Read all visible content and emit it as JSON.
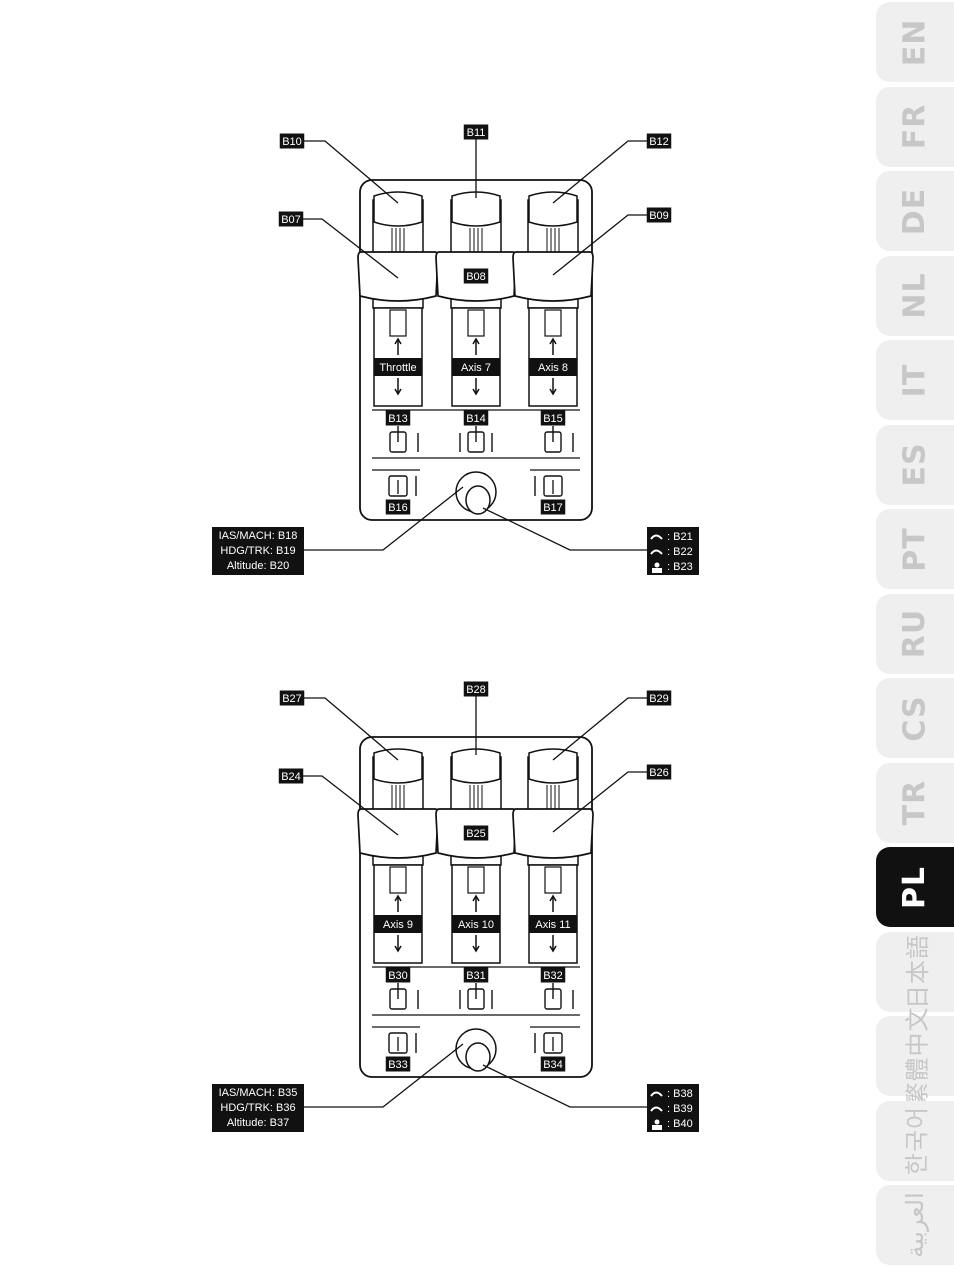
{
  "colors": {
    "ink": "#111111",
    "tab_bg": "#efefef",
    "tab_text": "#c7c7c7",
    "tab_active_bg": "#111111",
    "tab_active_text": "#ffffff"
  },
  "language_tabs": [
    {
      "label": "EN",
      "active": false
    },
    {
      "label": "FR",
      "active": false
    },
    {
      "label": "DE",
      "active": false
    },
    {
      "label": "NL",
      "active": false
    },
    {
      "label": "IT",
      "active": false
    },
    {
      "label": "ES",
      "active": false
    },
    {
      "label": "PT",
      "active": false
    },
    {
      "label": "RU",
      "active": false
    },
    {
      "label": "CS",
      "active": false
    },
    {
      "label": "TR",
      "active": false
    },
    {
      "label": "PL",
      "active": true
    },
    {
      "label": "日本語",
      "active": false
    },
    {
      "label": "繁體中文",
      "active": false
    },
    {
      "label": "한국어",
      "active": false
    },
    {
      "label": "العربية",
      "active": false
    }
  ],
  "panels": [
    {
      "top_left": "B10",
      "top_center": "B11",
      "top_right": "B12",
      "mid_left": "B07",
      "mid_center": "B08",
      "mid_right": "B09",
      "axes": [
        "Throttle",
        "Axis 7",
        "Axis 8"
      ],
      "toggles": [
        "B13",
        "B14",
        "B15"
      ],
      "bottom_left": "B16",
      "bottom_right": "B17",
      "knob_left": [
        "IAS/MACH: B18",
        "HDG/TRK: B19",
        "Altitude: B20"
      ],
      "knob_right": [
        ": B21",
        ": B22",
        ": B23"
      ]
    },
    {
      "top_left": "B27",
      "top_center": "B28",
      "top_right": "B29",
      "mid_left": "B24",
      "mid_center": "B25",
      "mid_right": "B26",
      "axes": [
        "Axis 9",
        "Axis 10",
        "Axis 11"
      ],
      "toggles": [
        "B30",
        "B31",
        "B32"
      ],
      "bottom_left": "B33",
      "bottom_right": "B34",
      "knob_left": [
        "IAS/MACH: B35",
        "HDG/TRK: B36",
        "Altitude: B37"
      ],
      "knob_right": [
        ": B38",
        ": B39",
        ": B40"
      ]
    }
  ]
}
